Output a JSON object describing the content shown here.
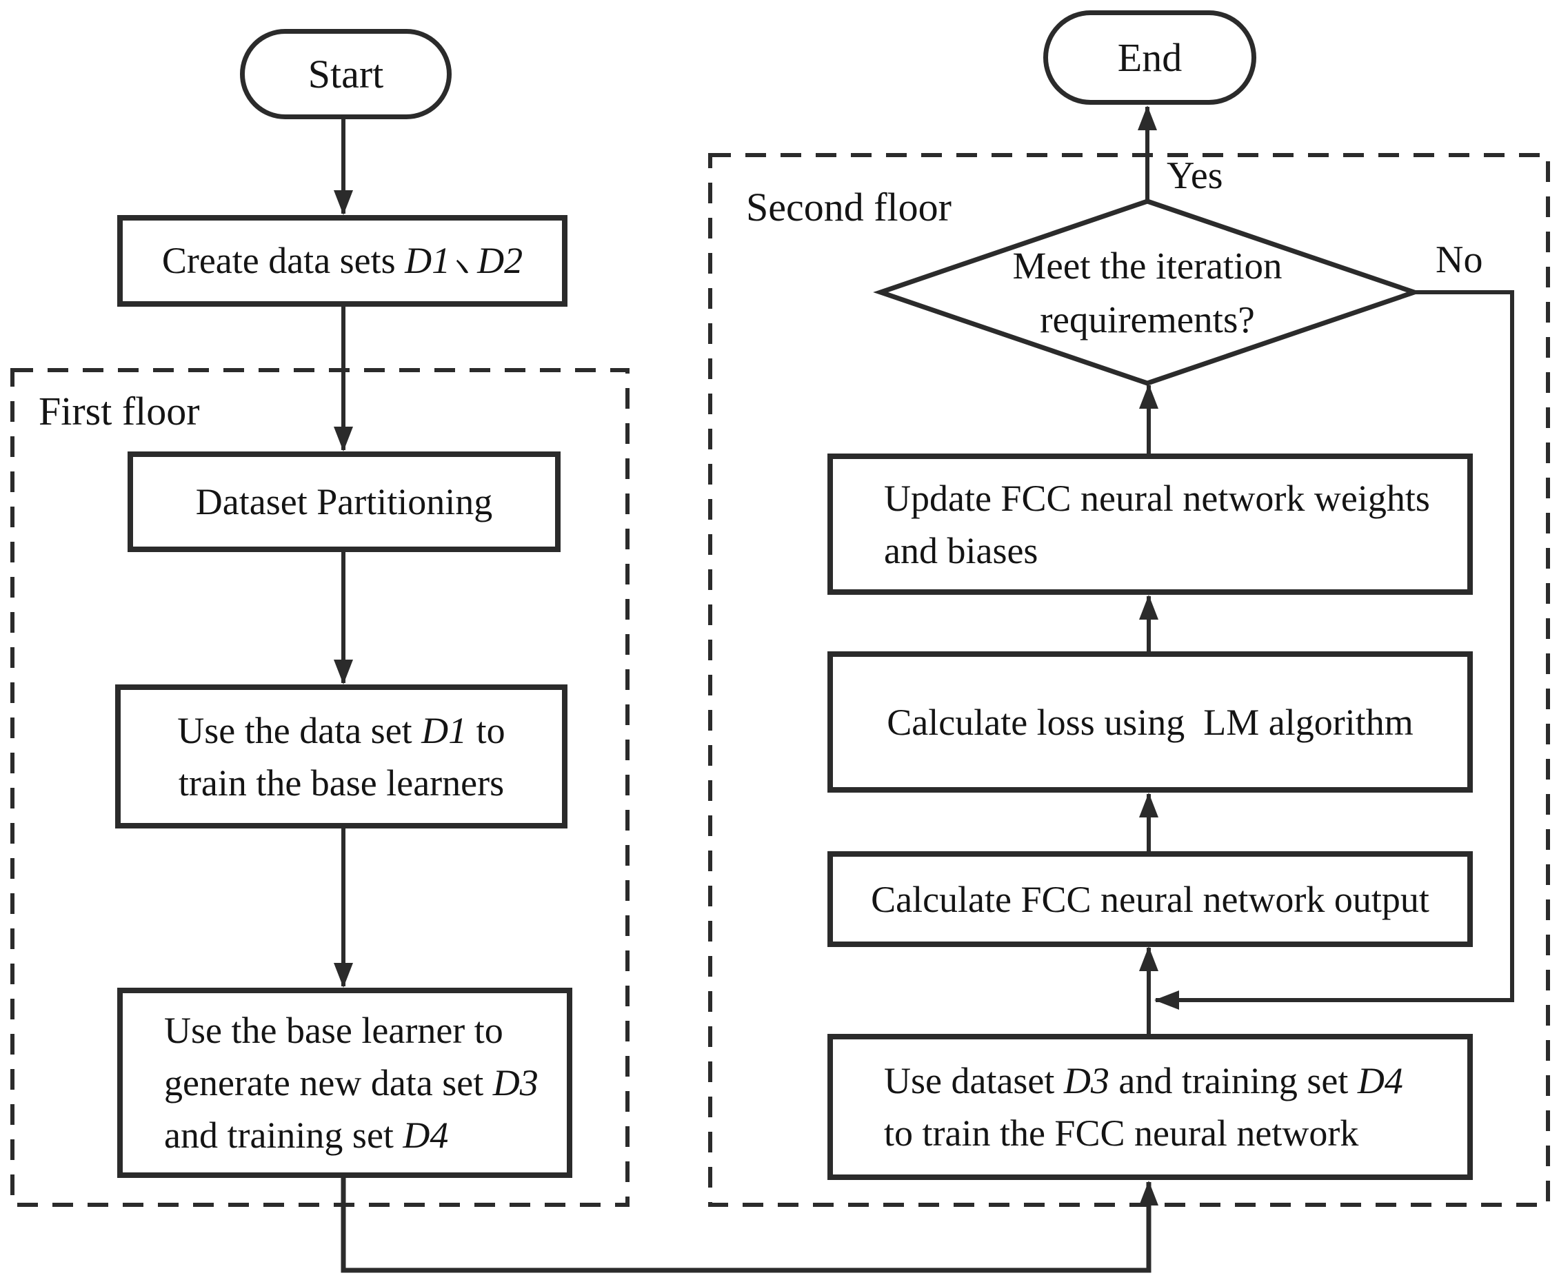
{
  "page": {
    "background_color": "#ffffff",
    "ink_color": "#2b2b2b",
    "text_color": "#141414"
  },
  "flowchart": {
    "terminals": {
      "start": "Start",
      "end": "End"
    },
    "regions": {
      "first": {
        "label": "First floor"
      },
      "second": {
        "label": "Second floor"
      }
    },
    "decision": {
      "line1": "Meet the iteration",
      "line2": "requirements?",
      "text": "Meet the iteration requirements?"
    },
    "edge_labels": {
      "yes": "Yes",
      "no": "No"
    },
    "nodes": {
      "create": {
        "text": "Create data sets D1、D2",
        "pre": "Create data sets ",
        "d1": "D1",
        "sep": "、",
        "d2": "D2"
      },
      "partition": {
        "label": "Dataset Partitioning"
      },
      "train_base": {
        "text": "Use the data set D1 to train the base learners",
        "l1_pre": "Use the data set ",
        "l1_d": "D1",
        "l1_post": " to",
        "l2": "train the base learners"
      },
      "generate": {
        "text": "Use the base learner to generate new data set D3 and training set D4",
        "l1": "Use the base learner to",
        "l2_pre": "generate new data set ",
        "l2_d": "D3",
        "l3_pre": "and training set ",
        "l3_d": "D4"
      },
      "train_fcc": {
        "text": "Use dataset D3 and training set D4 to train the FCC neural network",
        "l1_pre": "Use dataset ",
        "l1_d1": "D3",
        "l1_mid": " and training set ",
        "l1_d2": "D4",
        "l2": "to train the FCC neural network"
      },
      "output": {
        "label": "Calculate FCC neural network output"
      },
      "loss": {
        "label": "Calculate loss using  LM algorithm"
      },
      "update": {
        "text": "Update FCC neural network weights and biases",
        "l1": "Update FCC neural network weights",
        "l2": "and biases"
      }
    }
  }
}
